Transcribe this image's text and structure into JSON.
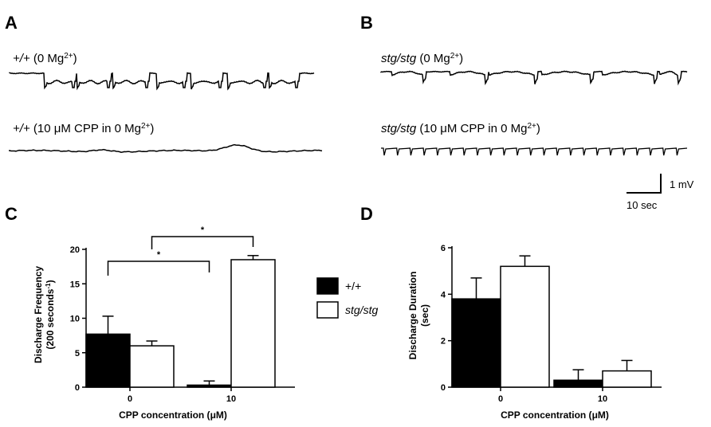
{
  "panels": {
    "a": {
      "label": "A",
      "title_prefix": "+/+",
      "title_cond": " (0 Mg",
      "title_sup": "2+",
      "title_close": ")"
    },
    "a2": {
      "title_prefix": "+/+",
      "title_cond": " (10 μM CPP in 0 Mg",
      "title_sup": "2+",
      "title_close": ")"
    },
    "b": {
      "label": "B",
      "title_prefix": "stg/stg",
      "title_cond": " (0 Mg",
      "title_sup": "2+",
      "title_close": ")"
    },
    "b2": {
      "title_prefix": "stg/stg",
      "title_cond": " (10 μM CPP in 0 Mg",
      "title_sup": "2+",
      "title_close": ")"
    },
    "c": {
      "label": "C"
    },
    "d": {
      "label": "D"
    }
  },
  "scale_bar": {
    "vertical": "1 mV",
    "horizontal": "10 sec"
  },
  "legend": {
    "wt": "+/+",
    "stg": "stg/stg"
  },
  "colors": {
    "wt": "#000000",
    "stg": "#ffffff",
    "stroke": "#000000"
  },
  "chart_data": [
    {
      "type": "bar",
      "panel": "C",
      "categories": [
        "0",
        "10"
      ],
      "ylabel_line1": "Discharge Frequency",
      "ylabel_line2_main": "(200 seconds",
      "ylabel_line2_sup": "-1",
      "ylabel_line2_close": ")",
      "xlabel_main": "CPP concentration (",
      "xlabel_unit": "μM",
      "xlabel_close": ")",
      "ylim": [
        0,
        20
      ],
      "yticks": [
        0,
        5,
        10,
        15,
        20
      ],
      "series": [
        {
          "name": "+/+",
          "values": [
            7.7,
            0.3
          ],
          "errors": [
            2.6,
            0.6
          ]
        },
        {
          "name": "stg/stg",
          "values": [
            6.0,
            18.5
          ],
          "errors": [
            0.7,
            0.6
          ]
        }
      ],
      "significance": [
        {
          "label": "*",
          "from": [
            0,
            0
          ],
          "to": [
            1,
            0
          ]
        },
        {
          "label": "*",
          "from": [
            0,
            1
          ],
          "to": [
            1,
            1
          ]
        }
      ]
    },
    {
      "type": "bar",
      "panel": "D",
      "categories": [
        "0",
        "10"
      ],
      "ylabel_line1": "Discharge Duration",
      "ylabel_line2": "(sec)",
      "xlabel_main": "CPP concentration (",
      "xlabel_unit": "μM",
      "xlabel_close": ")",
      "ylim": [
        0,
        6
      ],
      "yticks": [
        0,
        2,
        4,
        6
      ],
      "series": [
        {
          "name": "+/+",
          "values": [
            3.8,
            0.3
          ],
          "errors": [
            0.9,
            0.45
          ]
        },
        {
          "name": "stg/stg",
          "values": [
            5.2,
            0.7
          ],
          "errors": [
            0.45,
            0.45
          ]
        }
      ]
    }
  ]
}
